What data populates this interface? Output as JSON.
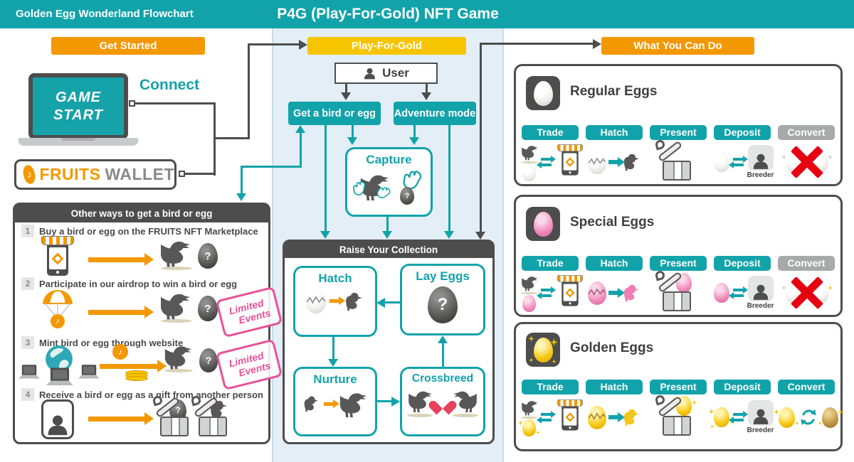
{
  "header": {
    "left_title": "Golden Egg Wonderland Flowchart",
    "center_title": "P4G (Play-For-Gold) NFT Game"
  },
  "sections": {
    "get_started": "Get Started",
    "play_for_gold": "Play-For-Gold",
    "what_you_can_do": "What You Can Do"
  },
  "left": {
    "laptop_line1": "GAME",
    "laptop_line2": "START",
    "connect_label": "Connect",
    "wallet_brand": "FRUITS",
    "wallet_suffix": "WALLET",
    "other_ways": {
      "title": "Other ways to get a bird or egg",
      "items": [
        {
          "num": "1",
          "text": "Buy a bird or egg on the FRUITS NFT Marketplace"
        },
        {
          "num": "2",
          "text": "Participate in our airdrop to win a bird or egg"
        },
        {
          "num": "3",
          "text": "Mint bird or egg through website"
        },
        {
          "num": "4",
          "text": "Receive a bird or egg as a gift from another person"
        }
      ],
      "stamp": {
        "line1": "Limited",
        "line2": "Events"
      }
    }
  },
  "middle": {
    "user_label": "User",
    "get_bird_label": "Get a bird or egg",
    "adventure_label": "Adventure mode",
    "capture_label": "Capture",
    "raise_title": "Raise Your Collection",
    "hatch_label": "Hatch",
    "lay_eggs_label": "Lay Eggs",
    "nurture_label": "Nurture",
    "crossbreed_label": "Crossbreed"
  },
  "right": {
    "panels": [
      {
        "title": "Regular Eggs",
        "variant": "regular",
        "breeder_label": "Breeder",
        "buttons": [
          {
            "label": "Trade",
            "enabled": true
          },
          {
            "label": "Hatch",
            "enabled": true
          },
          {
            "label": "Present",
            "enabled": true
          },
          {
            "label": "Deposit",
            "enabled": true
          },
          {
            "label": "Convert",
            "enabled": false
          }
        ]
      },
      {
        "title": "Special Eggs",
        "variant": "special",
        "breeder_label": "Breeder",
        "buttons": [
          {
            "label": "Trade",
            "enabled": true
          },
          {
            "label": "Hatch",
            "enabled": true
          },
          {
            "label": "Present",
            "enabled": true
          },
          {
            "label": "Deposit",
            "enabled": true
          },
          {
            "label": "Convert",
            "enabled": false
          }
        ]
      },
      {
        "title": "Golden Eggs",
        "variant": "golden",
        "breeder_label": "Breeder",
        "buttons": [
          {
            "label": "Trade",
            "enabled": true
          },
          {
            "label": "Hatch",
            "enabled": true
          },
          {
            "label": "Present",
            "enabled": true
          },
          {
            "label": "Deposit",
            "enabled": true
          },
          {
            "label": "Convert",
            "enabled": true
          }
        ]
      }
    ]
  },
  "icons": {
    "question_mark": "?",
    "music_note": "♪"
  },
  "colors": {
    "teal": "#12A3AA",
    "orange": "#F39800",
    "yellow": "#F6C500",
    "dark": "#4D4D4D",
    "pink": "#E85298",
    "red": "#E60012",
    "band": "#E3EEF6"
  }
}
